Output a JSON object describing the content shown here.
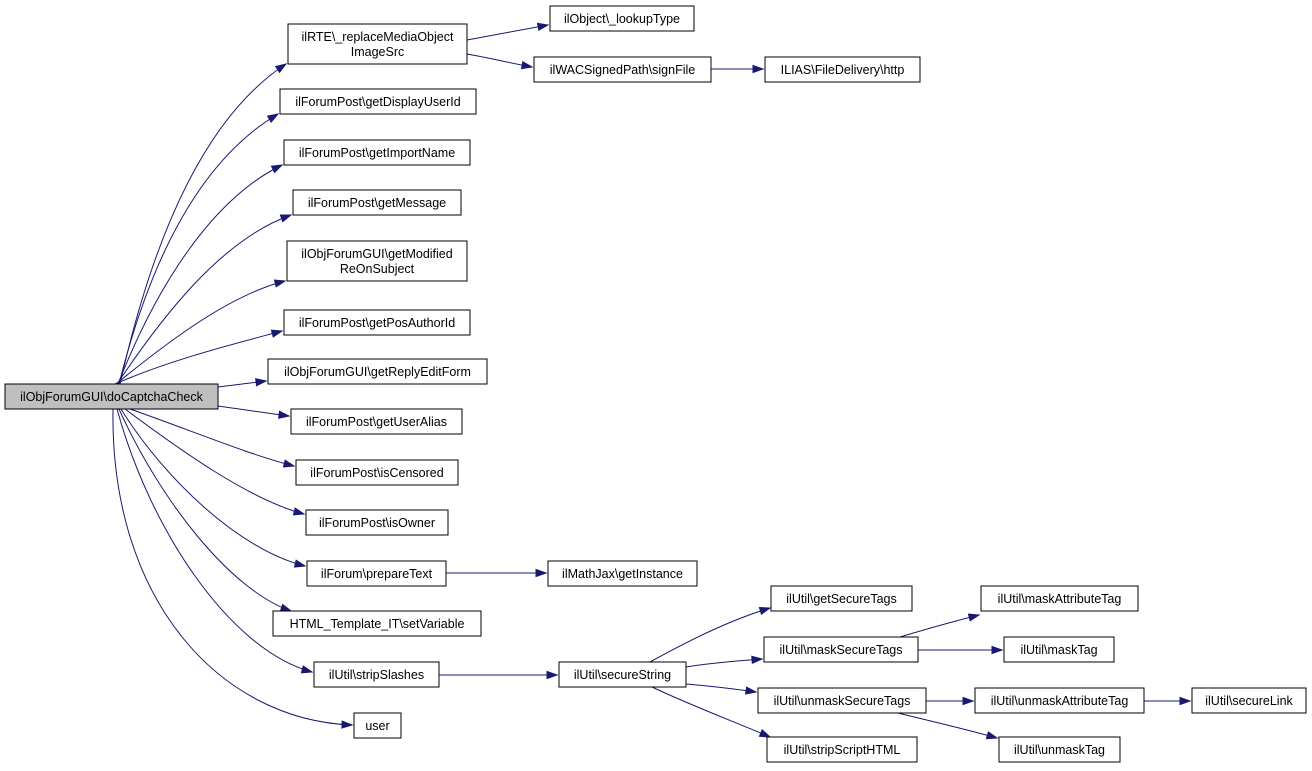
{
  "diagram": {
    "colors": {
      "edge": "#191970",
      "root_fill": "#bfbfbf",
      "node_fill": "#ffffff",
      "node_border": "#000000"
    },
    "nodes": [
      {
        "id": "root",
        "lines": [
          "ilObjForumGUI\\doCaptchaCheck"
        ]
      },
      {
        "id": "rte",
        "lines": [
          "ilRTE\\_replaceMediaObject",
          "ImageSrc"
        ]
      },
      {
        "id": "lookup",
        "lines": [
          "ilObject\\_lookupType"
        ]
      },
      {
        "id": "signfile",
        "lines": [
          "ilWACSignedPath\\signFile"
        ]
      },
      {
        "id": "http",
        "lines": [
          "ILIAS\\FileDelivery\\http"
        ]
      },
      {
        "id": "displayuser",
        "lines": [
          "ilForumPost\\getDisplayUserId"
        ]
      },
      {
        "id": "importname",
        "lines": [
          "ilForumPost\\getImportName"
        ]
      },
      {
        "id": "message",
        "lines": [
          "ilForumPost\\getMessage"
        ]
      },
      {
        "id": "modified",
        "lines": [
          "ilObjForumGUI\\getModified",
          "ReOnSubject"
        ]
      },
      {
        "id": "posauthor",
        "lines": [
          "ilForumPost\\getPosAuthorId"
        ]
      },
      {
        "id": "replyform",
        "lines": [
          "ilObjForumGUI\\getReplyEditForm"
        ]
      },
      {
        "id": "useralias",
        "lines": [
          "ilForumPost\\getUserAlias"
        ]
      },
      {
        "id": "censored",
        "lines": [
          "ilForumPost\\isCensored"
        ]
      },
      {
        "id": "owner",
        "lines": [
          "ilForumPost\\isOwner"
        ]
      },
      {
        "id": "preparetext",
        "lines": [
          "ilForum\\prepareText"
        ]
      },
      {
        "id": "mathjax",
        "lines": [
          "ilMathJax\\getInstance"
        ]
      },
      {
        "id": "setvar",
        "lines": [
          "HTML_Template_IT\\setVariable"
        ]
      },
      {
        "id": "stripslashes",
        "lines": [
          "ilUtil\\stripSlashes"
        ]
      },
      {
        "id": "securestring",
        "lines": [
          "ilUtil\\secureString"
        ]
      },
      {
        "id": "getsecuretags",
        "lines": [
          "ilUtil\\getSecureTags"
        ]
      },
      {
        "id": "masksecuretags",
        "lines": [
          "ilUtil\\maskSecureTags"
        ]
      },
      {
        "id": "maskattr",
        "lines": [
          "ilUtil\\maskAttributeTag"
        ]
      },
      {
        "id": "masktag",
        "lines": [
          "ilUtil\\maskTag"
        ]
      },
      {
        "id": "unmasksecure",
        "lines": [
          "ilUtil\\unmaskSecureTags"
        ]
      },
      {
        "id": "unmaskattr",
        "lines": [
          "ilUtil\\unmaskAttributeTag"
        ]
      },
      {
        "id": "securelink",
        "lines": [
          "ilUtil\\secureLink"
        ]
      },
      {
        "id": "unmasktag",
        "lines": [
          "ilUtil\\unmaskTag"
        ]
      },
      {
        "id": "stripscript",
        "lines": [
          "ilUtil\\stripScriptHTML"
        ]
      },
      {
        "id": "user",
        "lines": [
          "user"
        ]
      }
    ],
    "edges": [
      [
        "root",
        "rte"
      ],
      [
        "root",
        "displayuser"
      ],
      [
        "root",
        "importname"
      ],
      [
        "root",
        "message"
      ],
      [
        "root",
        "modified"
      ],
      [
        "root",
        "posauthor"
      ],
      [
        "root",
        "replyform"
      ],
      [
        "root",
        "useralias"
      ],
      [
        "root",
        "censored"
      ],
      [
        "root",
        "owner"
      ],
      [
        "root",
        "preparetext"
      ],
      [
        "root",
        "setvar"
      ],
      [
        "root",
        "stripslashes"
      ],
      [
        "root",
        "user"
      ],
      [
        "rte",
        "lookup"
      ],
      [
        "rte",
        "signfile"
      ],
      [
        "signfile",
        "http"
      ],
      [
        "preparetext",
        "mathjax"
      ],
      [
        "stripslashes",
        "securestring"
      ],
      [
        "securestring",
        "getsecuretags"
      ],
      [
        "securestring",
        "masksecuretags"
      ],
      [
        "securestring",
        "unmasksecure"
      ],
      [
        "securestring",
        "stripscript"
      ],
      [
        "masksecuretags",
        "maskattr"
      ],
      [
        "masksecuretags",
        "masktag"
      ],
      [
        "unmasksecure",
        "unmaskattr"
      ],
      [
        "unmasksecure",
        "unmasktag"
      ],
      [
        "unmaskattr",
        "securelink"
      ]
    ]
  }
}
